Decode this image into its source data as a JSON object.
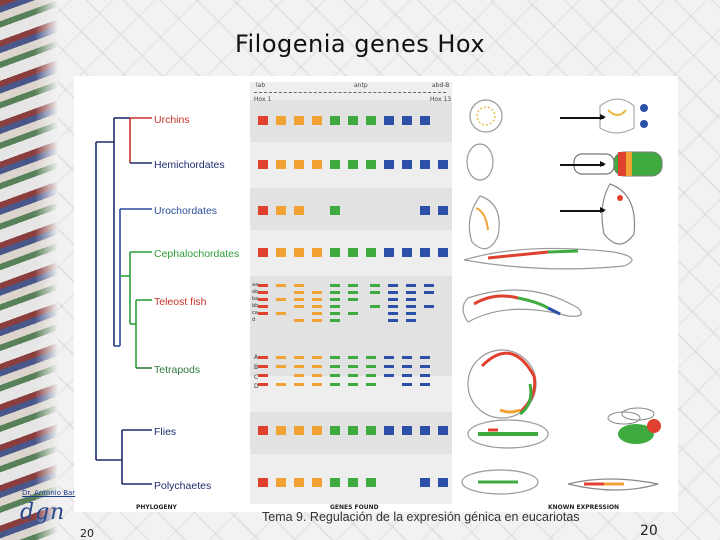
{
  "slide": {
    "title": "Filogenia genes Hox",
    "caption": "Tema 9. Regulación de la expresión génica en eucariotas",
    "page_number_left": "20",
    "page_number_right": "20",
    "author": "Dr. Antonio Bar",
    "logo_text": "dgn"
  },
  "figure": {
    "hox_header": {
      "left_top": "lab",
      "left_bottom": "Hox 1",
      "center": "antp",
      "right_top": "abd-B",
      "right_bottom": "Hox 13"
    },
    "columns": {
      "phylogeny": "PHYLOGENY",
      "genes_found": "GENES FOUND",
      "known_expression": "KNOWN EXPRESSION"
    },
    "taxa": [
      {
        "label": "Urchins",
        "color": "#c8322a"
      },
      {
        "label": "Hemichordates",
        "color": "#1f2d6e"
      },
      {
        "label": "Urochordates",
        "color": "#2a4d9e"
      },
      {
        "label": "Cephalochordates",
        "color": "#2e9e3a"
      },
      {
        "label": "Teleost fish",
        "color": "#c8322a"
      },
      {
        "label": "Tetrapods",
        "color": "#2e7a3a"
      },
      {
        "label": "Flies",
        "color": "#1f2d6e"
      },
      {
        "label": "Polychaetes",
        "color": "#1f2d6e"
      }
    ],
    "fish_cluster_labels": [
      "aa",
      "ab",
      "ba",
      "bb",
      "ca",
      "d"
    ],
    "tetrapod_cluster_labels": [
      "A",
      "B",
      "C",
      "D"
    ],
    "gene_colors": {
      "red": "#e0412e",
      "orange": "#f2a233",
      "green": "#3faa3f",
      "blue": "#2c4fa8"
    }
  }
}
